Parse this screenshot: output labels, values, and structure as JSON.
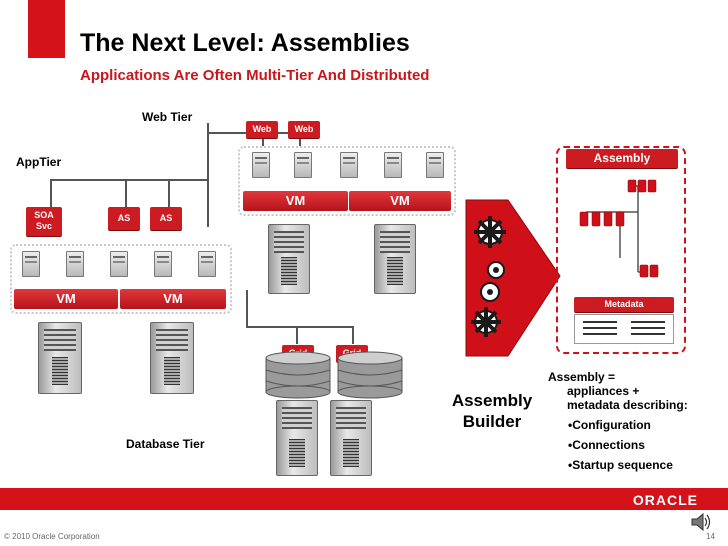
{
  "slide": {
    "title": "The Next Level: Assemblies",
    "subtitle": "Applications Are Often Multi-Tier And Distributed",
    "copyright": "© 2010 Oracle Corporation",
    "page_number": "14",
    "logo": "ORACLE"
  },
  "tiers": {
    "web_tier": "Web Tier",
    "app_tier": "AppTier",
    "database_tier": "Database Tier"
  },
  "tags": {
    "web": "Web",
    "soa_line1": "SOA",
    "soa_line2": "Svc",
    "as": "AS",
    "grid": "Grid",
    "vm": "VM"
  },
  "assembly": {
    "box_label": "Assembly",
    "metadata_label": "Metadata",
    "builder_line1": "Assembly",
    "builder_line2": "Builder",
    "desc_line1": "Assembly =",
    "desc_line2": "appliances +",
    "desc_line3": "metadata describing:",
    "bullets": [
      "Configuration",
      "Connections",
      "Startup sequence"
    ]
  },
  "colors": {
    "accent_red": "#d5111a",
    "gear_red": "#c8141b"
  },
  "icons": [
    "speaker-icon",
    "gear-icon",
    "server-icon",
    "tower-server-icon",
    "database-icon"
  ]
}
